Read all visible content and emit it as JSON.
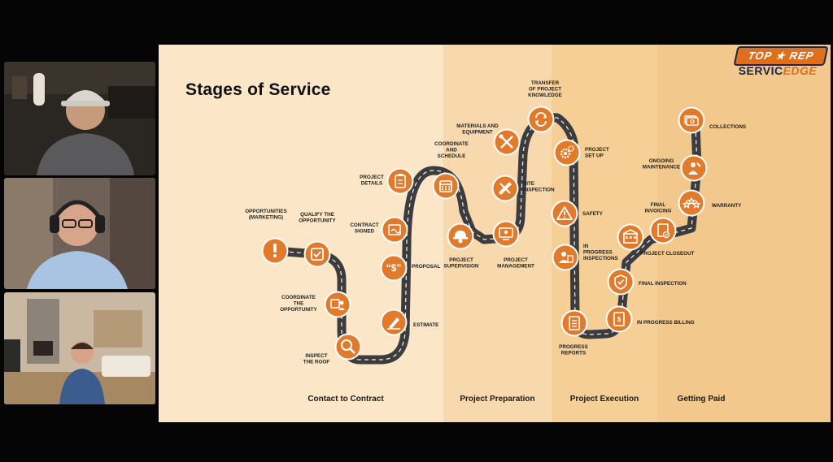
{
  "slide": {
    "title": "Stages of Service",
    "logo": {
      "top_text": "TOP ★ REP",
      "bottom_a": "SERVIC",
      "bottom_b": "EDGE"
    },
    "stages": [
      "Contact to Contract",
      "Project Preparation",
      "Project Execution",
      "Getting Paid"
    ],
    "milestones": [
      {
        "icon": "exclamation-icon",
        "label": [
          "OPPORTUNITIES",
          "(MARKETING)"
        ]
      },
      {
        "icon": "checklist-icon",
        "label": [
          "QUALIFY THE",
          "OPPORTUNITY"
        ]
      },
      {
        "icon": "calendar-person-icon",
        "label": [
          "COORDINATE",
          "THE",
          "OPPORTUNITY"
        ]
      },
      {
        "icon": "magnifier-icon",
        "label": [
          "INSPECT",
          "THE ROOF"
        ]
      },
      {
        "icon": "pen-document-icon",
        "label": [
          "ESTIMATE"
        ]
      },
      {
        "icon": "quote-dollar-icon",
        "label": [
          "PROPOSAL"
        ]
      },
      {
        "icon": "contract-icon",
        "label": [
          "CONTRACT",
          "SIGNED"
        ]
      },
      {
        "icon": "clipboard-icon",
        "label": [
          "PROJECT",
          "DETAILS"
        ]
      },
      {
        "icon": "calendar-icon",
        "label": [
          "COORDINATE",
          "AND",
          "SCHEDULE"
        ]
      },
      {
        "icon": "hardhat-icon",
        "label": [
          "PROJECT",
          "SUPERVISION"
        ]
      },
      {
        "icon": "monitor-person-icon",
        "label": [
          "PROJECT",
          "MANAGEMENT"
        ]
      },
      {
        "icon": "ruler-pencil-icon",
        "label": [
          "SITE",
          "INSPECTION"
        ]
      },
      {
        "icon": "tools-icon",
        "label": [
          "MATERIALS AND",
          "EQUIPMENT"
        ]
      },
      {
        "icon": "transfer-icon",
        "label": [
          "TRANSFER",
          "OF PROJECT",
          "KNOWLEDGE"
        ]
      },
      {
        "icon": "gears-icon",
        "label": [
          "PROJECT",
          "SET UP"
        ]
      },
      {
        "icon": "warning-icon",
        "label": [
          "SAFETY"
        ]
      },
      {
        "icon": "inspector-icon",
        "label": [
          "IN",
          "PROGRESS",
          "INSPECTIONS"
        ]
      },
      {
        "icon": "report-icon",
        "label": [
          "PROGRESS",
          "REPORTS"
        ]
      },
      {
        "icon": "invoice-icon",
        "label": [
          "IN PROGRESS BILLING"
        ]
      },
      {
        "icon": "shield-check-icon",
        "label": [
          "FINAL INSPECTION"
        ]
      },
      {
        "icon": "building-icon",
        "label": [
          "PROJECT CLOSEOUT"
        ]
      },
      {
        "icon": "final-invoice-icon",
        "label": [
          "FINAL",
          "INVOICING"
        ]
      },
      {
        "icon": "stars-icon",
        "label": [
          "WARRANTY"
        ]
      },
      {
        "icon": "maintenance-person-icon",
        "label": [
          "ONGOING",
          "MAINTENANCE"
        ]
      },
      {
        "icon": "cash-icon",
        "label": [
          "COLLECTIONS"
        ]
      }
    ]
  },
  "colors": {
    "orange": "#e27a2b",
    "road": "#3c3c3f",
    "band1": "#fbe7c8",
    "band2": "#f8d9ad",
    "band3": "#f6cf97",
    "band4": "#f3c88d",
    "logo_navy": "#13264f"
  }
}
